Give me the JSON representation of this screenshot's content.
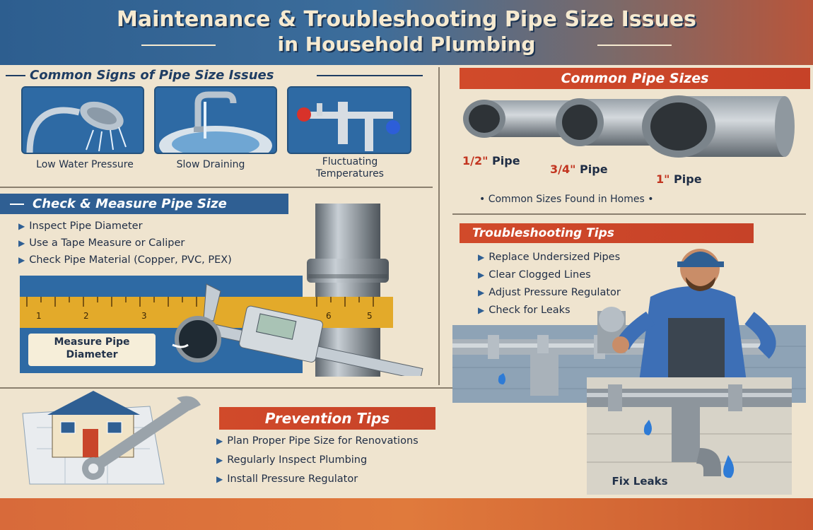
{
  "header": {
    "title_line1": "Maintenance & Troubleshooting Pipe Size Issues",
    "title_line2": "in Household Plumbing"
  },
  "signs": {
    "heading": "Common Signs of Pipe Size Issues",
    "items": [
      {
        "label": "Low Water Pressure",
        "icon": "shower-head-icon"
      },
      {
        "label": "Slow Draining",
        "icon": "sink-faucet-icon"
      },
      {
        "label": "Fluctuating",
        "label2": "Temperatures",
        "icon": "hot-cold-valves-icon"
      }
    ]
  },
  "measure": {
    "heading": "Check & Measure Pipe Size",
    "bullets": [
      "Inspect Pipe Diameter",
      "Use a Tape Measure or Caliper",
      "Check Pipe Material (Copper, PVC, PEX)"
    ],
    "ruler_numbers": [
      "1",
      "2",
      "3",
      "6",
      "5"
    ],
    "callout_line1": "Measure Pipe",
    "callout_line2": "Diameter"
  },
  "sizes": {
    "heading": "Common Pipe Sizes",
    "pipes": [
      {
        "size": "1/2\"",
        "word": "Pipe"
      },
      {
        "size": "3/4\"",
        "word": "Pipe"
      },
      {
        "size": "1\"",
        "word": "Pipe"
      }
    ],
    "note": "Common Sizes Found in Homes"
  },
  "troubleshooting": {
    "heading": "Troubleshooting Tips",
    "bullets": [
      "Replace Undersized Pipes",
      "Clear Clogged Lines",
      "Adjust Pressure Regulator",
      "Check for Leaks"
    ]
  },
  "prevention": {
    "heading": "Prevention Tips",
    "bullets": [
      "Plan Proper Pipe Size for Renovations",
      "Regularly Inspect Plumbing",
      "Install Pressure Regulator"
    ]
  },
  "leaks": {
    "label": "Fix Leaks"
  },
  "colors": {
    "blue": "#2f5f93",
    "red": "#c9452a",
    "cream": "#efe4cf"
  }
}
